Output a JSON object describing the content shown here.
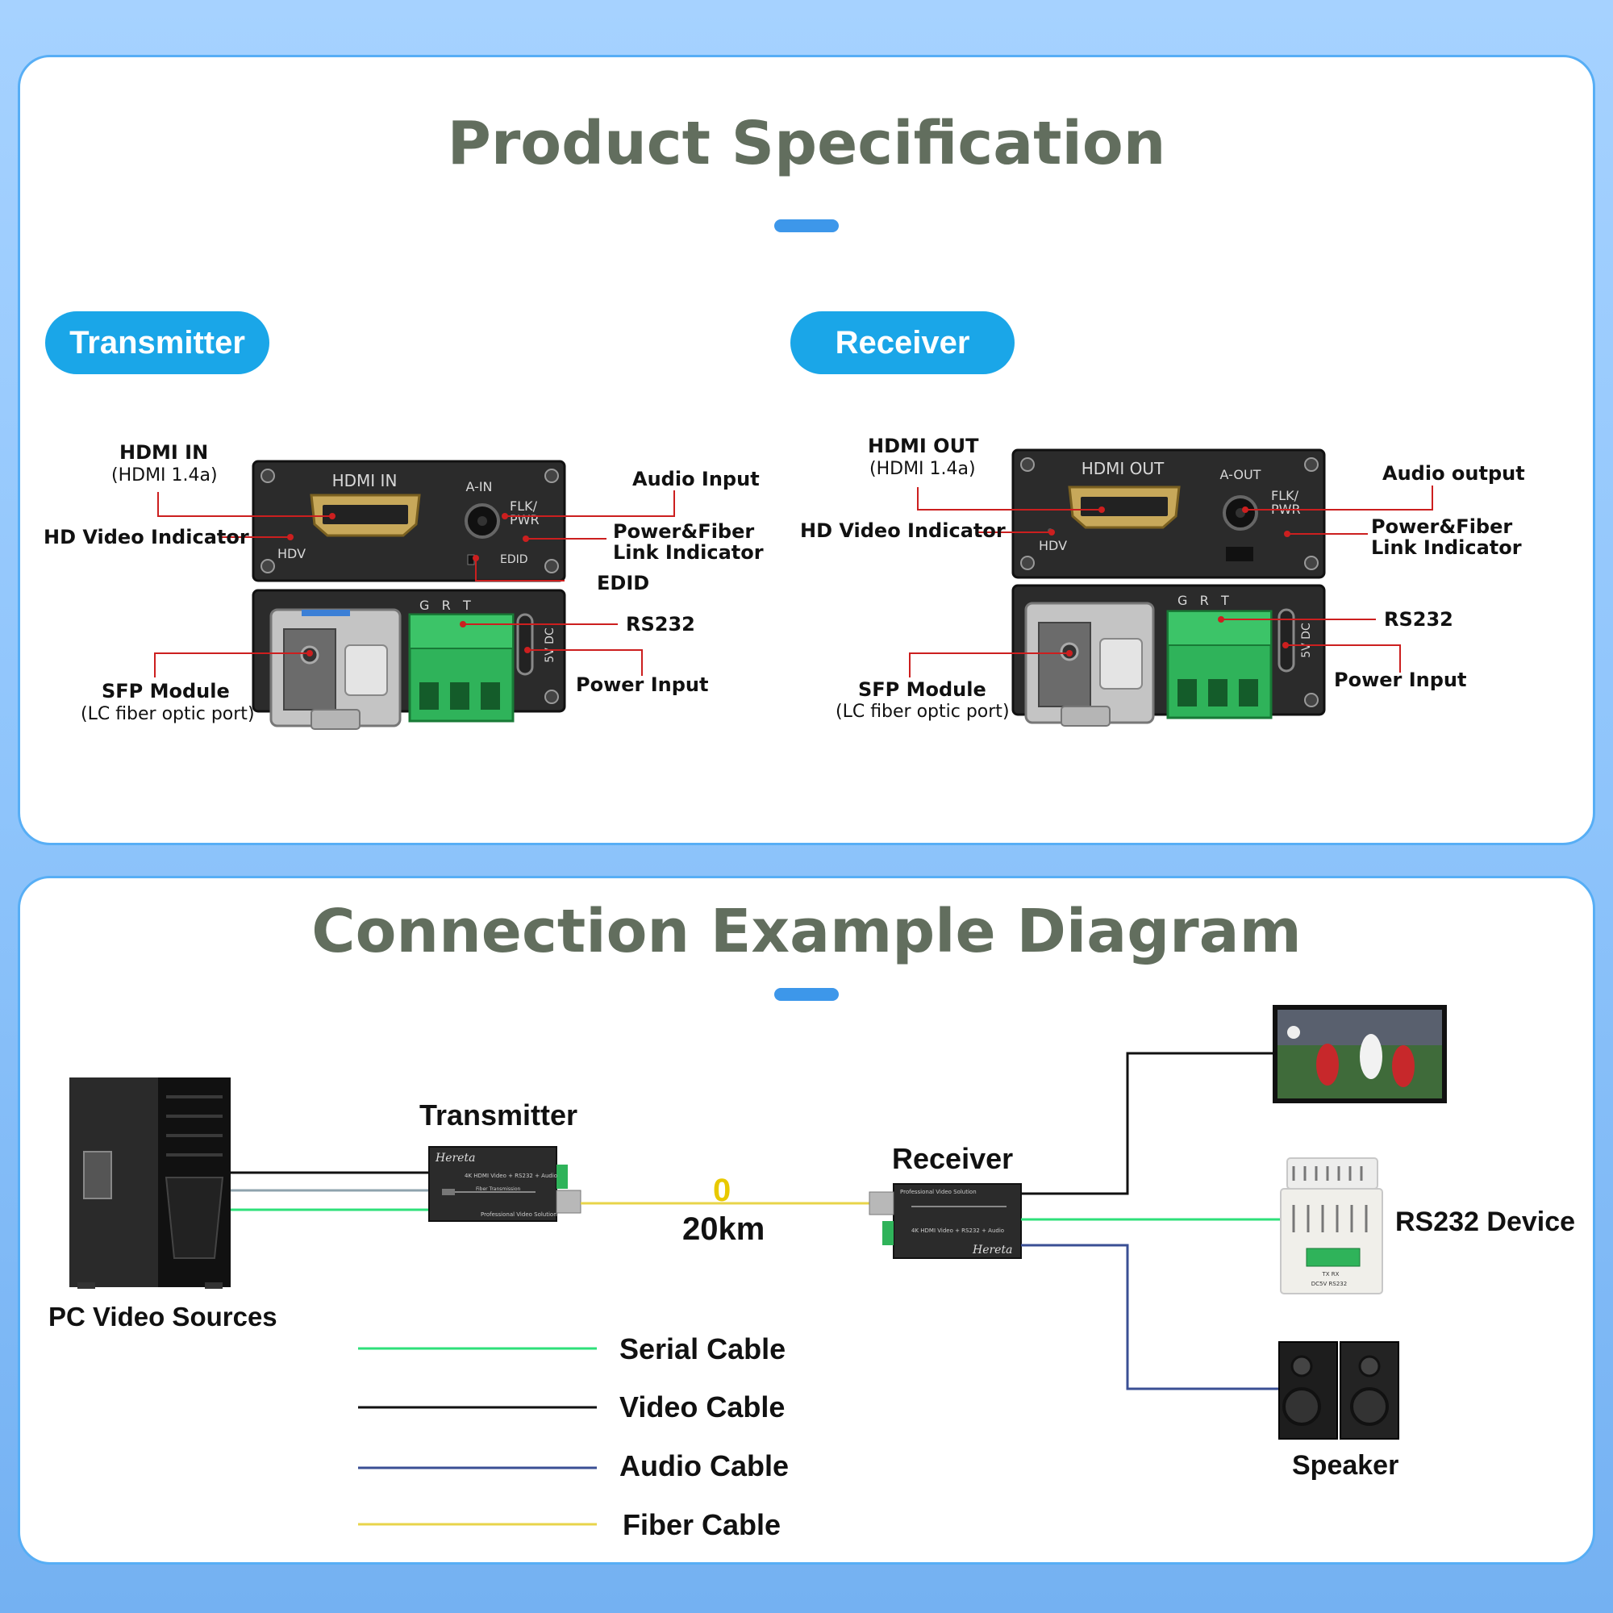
{
  "spec": {
    "title": "Product Specification",
    "transmitter": {
      "pill": "Transmitter",
      "hdmi_in": "HDMI IN",
      "hdmi_in_sub": "(HDMI 1.4a)",
      "hd_video": "HD Video Indicator",
      "audio_input": "Audio Input",
      "power_fiber_1": "Power&Fiber",
      "power_fiber_2": "Link Indicator",
      "edid": "EDID",
      "rs232": "RS232",
      "power_input": "Power Input",
      "sfp": "SFP Module",
      "sfp_sub": "(LC fiber optic port)",
      "dev_hdmi": "HDMI IN",
      "dev_ain": "A-IN",
      "dev_flk1": "FLK/",
      "dev_flk2": "PWR",
      "dev_hdv": "HDV",
      "dev_edid": "EDID",
      "dev_grt": "G   R   T",
      "dev_dc": "5V DC"
    },
    "receiver": {
      "pill": "Receiver",
      "hdmi_out": "HDMI OUT",
      "hdmi_out_sub": "(HDMI 1.4a)",
      "hd_video": "HD Video Indicator",
      "audio_output": "Audio output",
      "power_fiber_1": "Power&Fiber",
      "power_fiber_2": "Link Indicator",
      "rs232": "RS232",
      "power_input": "Power Input",
      "sfp": "SFP Module",
      "sfp_sub": "(LC fiber optic port)",
      "dev_hdmi": "HDMI OUT",
      "dev_aout": "A-OUT",
      "dev_flk1": "FLK/",
      "dev_flk2": "PWR",
      "dev_hdv": "HDV",
      "dev_grt": "G   R   T",
      "dev_dc": "5V DC"
    }
  },
  "connection": {
    "title": "Connection Example Diagram",
    "pc_label": "PC Video Sources",
    "transmitter_label": "Transmitter",
    "receiver_label": "Receiver",
    "distance_top": "0",
    "distance_bottom": "20km",
    "rs232_device": "RS232 Device",
    "speaker": "Speaker",
    "brand": "Hereta",
    "box_line1": "4K HDMI Video + RS232 + Audio",
    "box_line2": "Fiber Transmission",
    "box_line3": "Professional Video Solution",
    "device_print": "DC5V  RS232",
    "device_txrx": "TX  RX",
    "legend": [
      {
        "label": "Serial Cable",
        "color": "#2ee07a"
      },
      {
        "label": "Video Cable",
        "color": "#111111"
      },
      {
        "label": "Audio Cable",
        "color": "#3a4f94"
      },
      {
        "label": "Fiber Cable",
        "color": "#e8d44a"
      }
    ]
  },
  "colors": {
    "title": "#626e5e",
    "accent": "#1aa6e8",
    "callout": "#cc1f1f",
    "terminal": "#2fb35a"
  }
}
